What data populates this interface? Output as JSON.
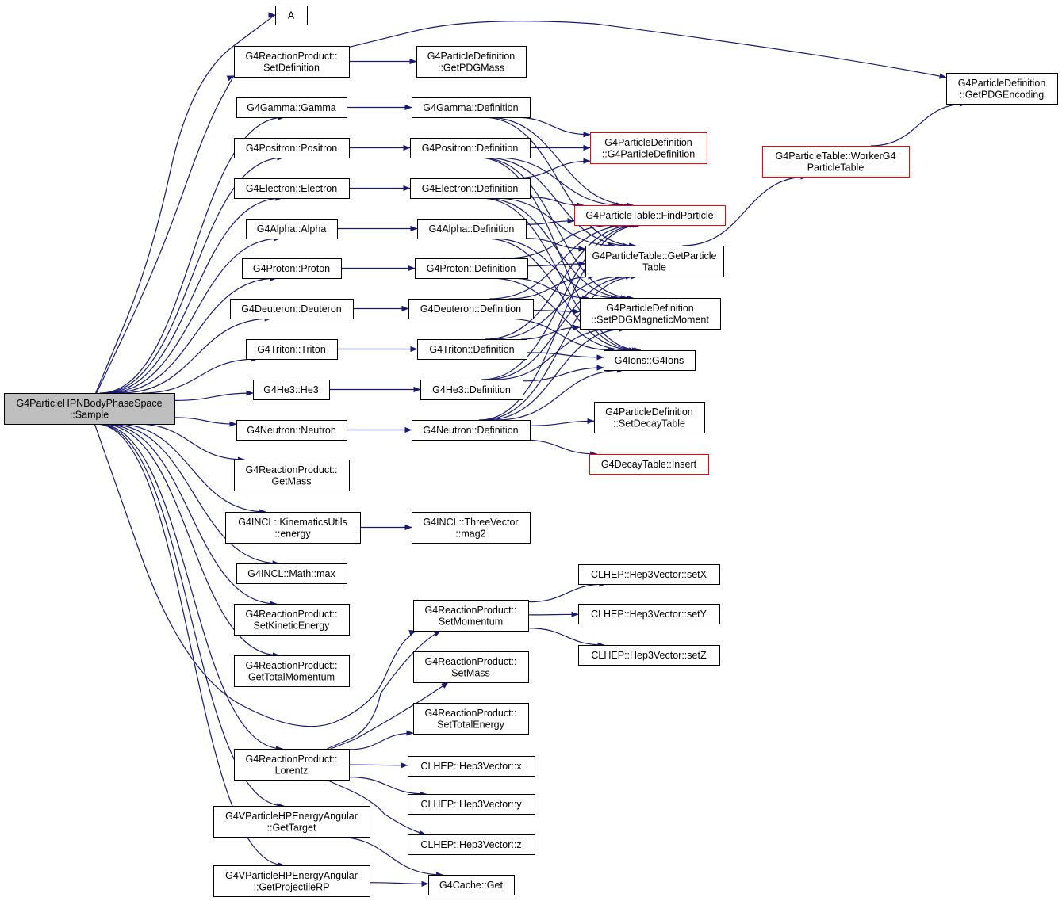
{
  "graph": {
    "nodes": [
      {
        "id": "root",
        "lines": [
          "G4ParticleHPNBodyPhaseSpace",
          "::Sample"
        ],
        "style": "root"
      },
      {
        "id": "A",
        "lines": [
          "A"
        ],
        "style": "normal"
      },
      {
        "id": "rp_setdef",
        "lines": [
          "G4ReactionProduct::",
          "SetDefinition"
        ],
        "style": "normal"
      },
      {
        "id": "pd_getpdgmass",
        "lines": [
          "G4ParticleDefinition",
          "::GetPDGMass"
        ],
        "style": "normal"
      },
      {
        "id": "pd_getpdgenc",
        "lines": [
          "G4ParticleDefinition",
          "::GetPDGEncoding"
        ],
        "style": "normal"
      },
      {
        "id": "gamma",
        "lines": [
          "G4Gamma::Gamma"
        ],
        "style": "normal"
      },
      {
        "id": "gamma_def",
        "lines": [
          "G4Gamma::Definition"
        ],
        "style": "normal"
      },
      {
        "id": "positron",
        "lines": [
          "G4Positron::Positron"
        ],
        "style": "normal"
      },
      {
        "id": "positron_def",
        "lines": [
          "G4Positron::Definition"
        ],
        "style": "normal"
      },
      {
        "id": "electron",
        "lines": [
          "G4Electron::Electron"
        ],
        "style": "normal"
      },
      {
        "id": "electron_def",
        "lines": [
          "G4Electron::Definition"
        ],
        "style": "normal"
      },
      {
        "id": "alpha",
        "lines": [
          "G4Alpha::Alpha"
        ],
        "style": "normal"
      },
      {
        "id": "alpha_def",
        "lines": [
          "G4Alpha::Definition"
        ],
        "style": "normal"
      },
      {
        "id": "proton",
        "lines": [
          "G4Proton::Proton"
        ],
        "style": "normal"
      },
      {
        "id": "proton_def",
        "lines": [
          "G4Proton::Definition"
        ],
        "style": "normal"
      },
      {
        "id": "deuteron",
        "lines": [
          "G4Deuteron::Deuteron"
        ],
        "style": "normal"
      },
      {
        "id": "deuteron_def",
        "lines": [
          "G4Deuteron::Definition"
        ],
        "style": "normal"
      },
      {
        "id": "triton",
        "lines": [
          "G4Triton::Triton"
        ],
        "style": "normal"
      },
      {
        "id": "triton_def",
        "lines": [
          "G4Triton::Definition"
        ],
        "style": "normal"
      },
      {
        "id": "he3",
        "lines": [
          "G4He3::He3"
        ],
        "style": "normal"
      },
      {
        "id": "he3_def",
        "lines": [
          "G4He3::Definition"
        ],
        "style": "normal"
      },
      {
        "id": "neutron",
        "lines": [
          "G4Neutron::Neutron"
        ],
        "style": "normal"
      },
      {
        "id": "neutron_def",
        "lines": [
          "G4Neutron::Definition"
        ],
        "style": "normal"
      },
      {
        "id": "pd_ctor",
        "lines": [
          "G4ParticleDefinition",
          "::G4ParticleDefinition"
        ],
        "style": "red"
      },
      {
        "id": "pt_find",
        "lines": [
          "G4ParticleTable::FindParticle"
        ],
        "style": "red"
      },
      {
        "id": "pt_get",
        "lines": [
          "G4ParticleTable::GetParticle",
          "Table"
        ],
        "style": "normal"
      },
      {
        "id": "pd_setmag",
        "lines": [
          "G4ParticleDefinition",
          "::SetPDGMagneticMoment"
        ],
        "style": "normal"
      },
      {
        "id": "ions",
        "lines": [
          "G4Ions::G4Ions"
        ],
        "style": "normal"
      },
      {
        "id": "pd_setdecay",
        "lines": [
          "G4ParticleDefinition",
          "::SetDecayTable"
        ],
        "style": "normal"
      },
      {
        "id": "dt_insert",
        "lines": [
          "G4DecayTable::Insert"
        ],
        "style": "red"
      },
      {
        "id": "pt_worker",
        "lines": [
          "G4ParticleTable::WorkerG4",
          "ParticleTable"
        ],
        "style": "red"
      },
      {
        "id": "rp_getmass",
        "lines": [
          "G4ReactionProduct::",
          "GetMass"
        ],
        "style": "normal"
      },
      {
        "id": "incl_energy",
        "lines": [
          "G4INCL::KinematicsUtils",
          "::energy"
        ],
        "style": "normal"
      },
      {
        "id": "incl_mag2",
        "lines": [
          "G4INCL::ThreeVector",
          "::mag2"
        ],
        "style": "normal"
      },
      {
        "id": "incl_max",
        "lines": [
          "G4INCL::Math::max"
        ],
        "style": "normal"
      },
      {
        "id": "rp_setke",
        "lines": [
          "G4ReactionProduct::",
          "SetKineticEnergy"
        ],
        "style": "normal"
      },
      {
        "id": "rp_gettotmom",
        "lines": [
          "G4ReactionProduct::",
          "GetTotalMomentum"
        ],
        "style": "normal"
      },
      {
        "id": "rp_setmom",
        "lines": [
          "G4ReactionProduct::",
          "SetMomentum"
        ],
        "style": "normal"
      },
      {
        "id": "setX",
        "lines": [
          "CLHEP::Hep3Vector::setX"
        ],
        "style": "normal"
      },
      {
        "id": "setY",
        "lines": [
          "CLHEP::Hep3Vector::setY"
        ],
        "style": "normal"
      },
      {
        "id": "setZ",
        "lines": [
          "CLHEP::Hep3Vector::setZ"
        ],
        "style": "normal"
      },
      {
        "id": "rp_setmass",
        "lines": [
          "G4ReactionProduct::",
          "SetMass"
        ],
        "style": "normal"
      },
      {
        "id": "rp_settote",
        "lines": [
          "G4ReactionProduct::",
          "SetTotalEnergy"
        ],
        "style": "normal"
      },
      {
        "id": "rp_lorentz",
        "lines": [
          "G4ReactionProduct::",
          "Lorentz"
        ],
        "style": "normal"
      },
      {
        "id": "vx",
        "lines": [
          "CLHEP::Hep3Vector::x"
        ],
        "style": "normal"
      },
      {
        "id": "vy",
        "lines": [
          "CLHEP::Hep3Vector::y"
        ],
        "style": "normal"
      },
      {
        "id": "vz",
        "lines": [
          "CLHEP::Hep3Vector::z"
        ],
        "style": "normal"
      },
      {
        "id": "ea_gettarget",
        "lines": [
          "G4VParticleHPEnergyAngular",
          "::GetTarget"
        ],
        "style": "normal"
      },
      {
        "id": "ea_getproj",
        "lines": [
          "G4VParticleHPEnergyAngular",
          "::GetProjectileRP"
        ],
        "style": "normal"
      },
      {
        "id": "cache_get",
        "lines": [
          "G4Cache::Get"
        ],
        "style": "normal"
      }
    ],
    "edges": [
      [
        "root",
        "A"
      ],
      [
        "root",
        "rp_setdef"
      ],
      [
        "root",
        "gamma"
      ],
      [
        "root",
        "positron"
      ],
      [
        "root",
        "electron"
      ],
      [
        "root",
        "alpha"
      ],
      [
        "root",
        "proton"
      ],
      [
        "root",
        "deuteron"
      ],
      [
        "root",
        "triton"
      ],
      [
        "root",
        "he3"
      ],
      [
        "root",
        "neutron"
      ],
      [
        "root",
        "rp_getmass"
      ],
      [
        "root",
        "incl_energy"
      ],
      [
        "root",
        "incl_max"
      ],
      [
        "root",
        "rp_setke"
      ],
      [
        "root",
        "rp_gettotmom"
      ],
      [
        "root",
        "rp_setmom"
      ],
      [
        "root",
        "rp_lorentz"
      ],
      [
        "root",
        "ea_gettarget"
      ],
      [
        "root",
        "ea_getproj"
      ],
      [
        "rp_setdef",
        "pd_getpdgmass"
      ],
      [
        "rp_setdef",
        "pd_getpdgenc"
      ],
      [
        "gamma",
        "gamma_def"
      ],
      [
        "positron",
        "positron_def"
      ],
      [
        "electron",
        "electron_def"
      ],
      [
        "alpha",
        "alpha_def"
      ],
      [
        "proton",
        "proton_def"
      ],
      [
        "deuteron",
        "deuteron_def"
      ],
      [
        "triton",
        "triton_def"
      ],
      [
        "he3",
        "he3_def"
      ],
      [
        "neutron",
        "neutron_def"
      ],
      [
        "gamma_def",
        "pd_ctor"
      ],
      [
        "gamma_def",
        "pt_find"
      ],
      [
        "gamma_def",
        "pt_get"
      ],
      [
        "positron_def",
        "pd_ctor"
      ],
      [
        "positron_def",
        "pt_find"
      ],
      [
        "positron_def",
        "pt_get"
      ],
      [
        "positron_def",
        "pd_setmag"
      ],
      [
        "positron_def",
        "ions"
      ],
      [
        "electron_def",
        "pd_ctor"
      ],
      [
        "electron_def",
        "pt_find"
      ],
      [
        "electron_def",
        "pt_get"
      ],
      [
        "electron_def",
        "pd_setmag"
      ],
      [
        "electron_def",
        "ions"
      ],
      [
        "alpha_def",
        "pt_find"
      ],
      [
        "alpha_def",
        "pt_get"
      ],
      [
        "alpha_def",
        "pd_setmag"
      ],
      [
        "alpha_def",
        "ions"
      ],
      [
        "proton_def",
        "pt_find"
      ],
      [
        "proton_def",
        "pt_get"
      ],
      [
        "proton_def",
        "pd_setmag"
      ],
      [
        "proton_def",
        "ions"
      ],
      [
        "deuteron_def",
        "pt_find"
      ],
      [
        "deuteron_def",
        "pt_get"
      ],
      [
        "deuteron_def",
        "pd_setmag"
      ],
      [
        "deuteron_def",
        "ions"
      ],
      [
        "triton_def",
        "pt_find"
      ],
      [
        "triton_def",
        "pt_get"
      ],
      [
        "triton_def",
        "pd_setmag"
      ],
      [
        "triton_def",
        "ions"
      ],
      [
        "he3_def",
        "pt_find"
      ],
      [
        "he3_def",
        "pt_get"
      ],
      [
        "he3_def",
        "pd_setmag"
      ],
      [
        "he3_def",
        "ions"
      ],
      [
        "neutron_def",
        "pt_find"
      ],
      [
        "neutron_def",
        "pt_get"
      ],
      [
        "neutron_def",
        "pd_setmag"
      ],
      [
        "neutron_def",
        "ions"
      ],
      [
        "neutron_def",
        "pd_setdecay"
      ],
      [
        "neutron_def",
        "dt_insert"
      ],
      [
        "pt_get",
        "pt_worker"
      ],
      [
        "pt_worker",
        "pd_getpdgenc"
      ],
      [
        "incl_energy",
        "incl_mag2"
      ],
      [
        "rp_setmom",
        "setX"
      ],
      [
        "rp_setmom",
        "setY"
      ],
      [
        "rp_setmom",
        "setZ"
      ],
      [
        "rp_lorentz",
        "rp_setmom"
      ],
      [
        "rp_lorentz",
        "rp_setmass"
      ],
      [
        "rp_lorentz",
        "rp_settote"
      ],
      [
        "rp_lorentz",
        "vx"
      ],
      [
        "rp_lorentz",
        "vy"
      ],
      [
        "rp_lorentz",
        "vz"
      ],
      [
        "ea_gettarget",
        "cache_get"
      ],
      [
        "ea_getproj",
        "cache_get"
      ]
    ]
  }
}
